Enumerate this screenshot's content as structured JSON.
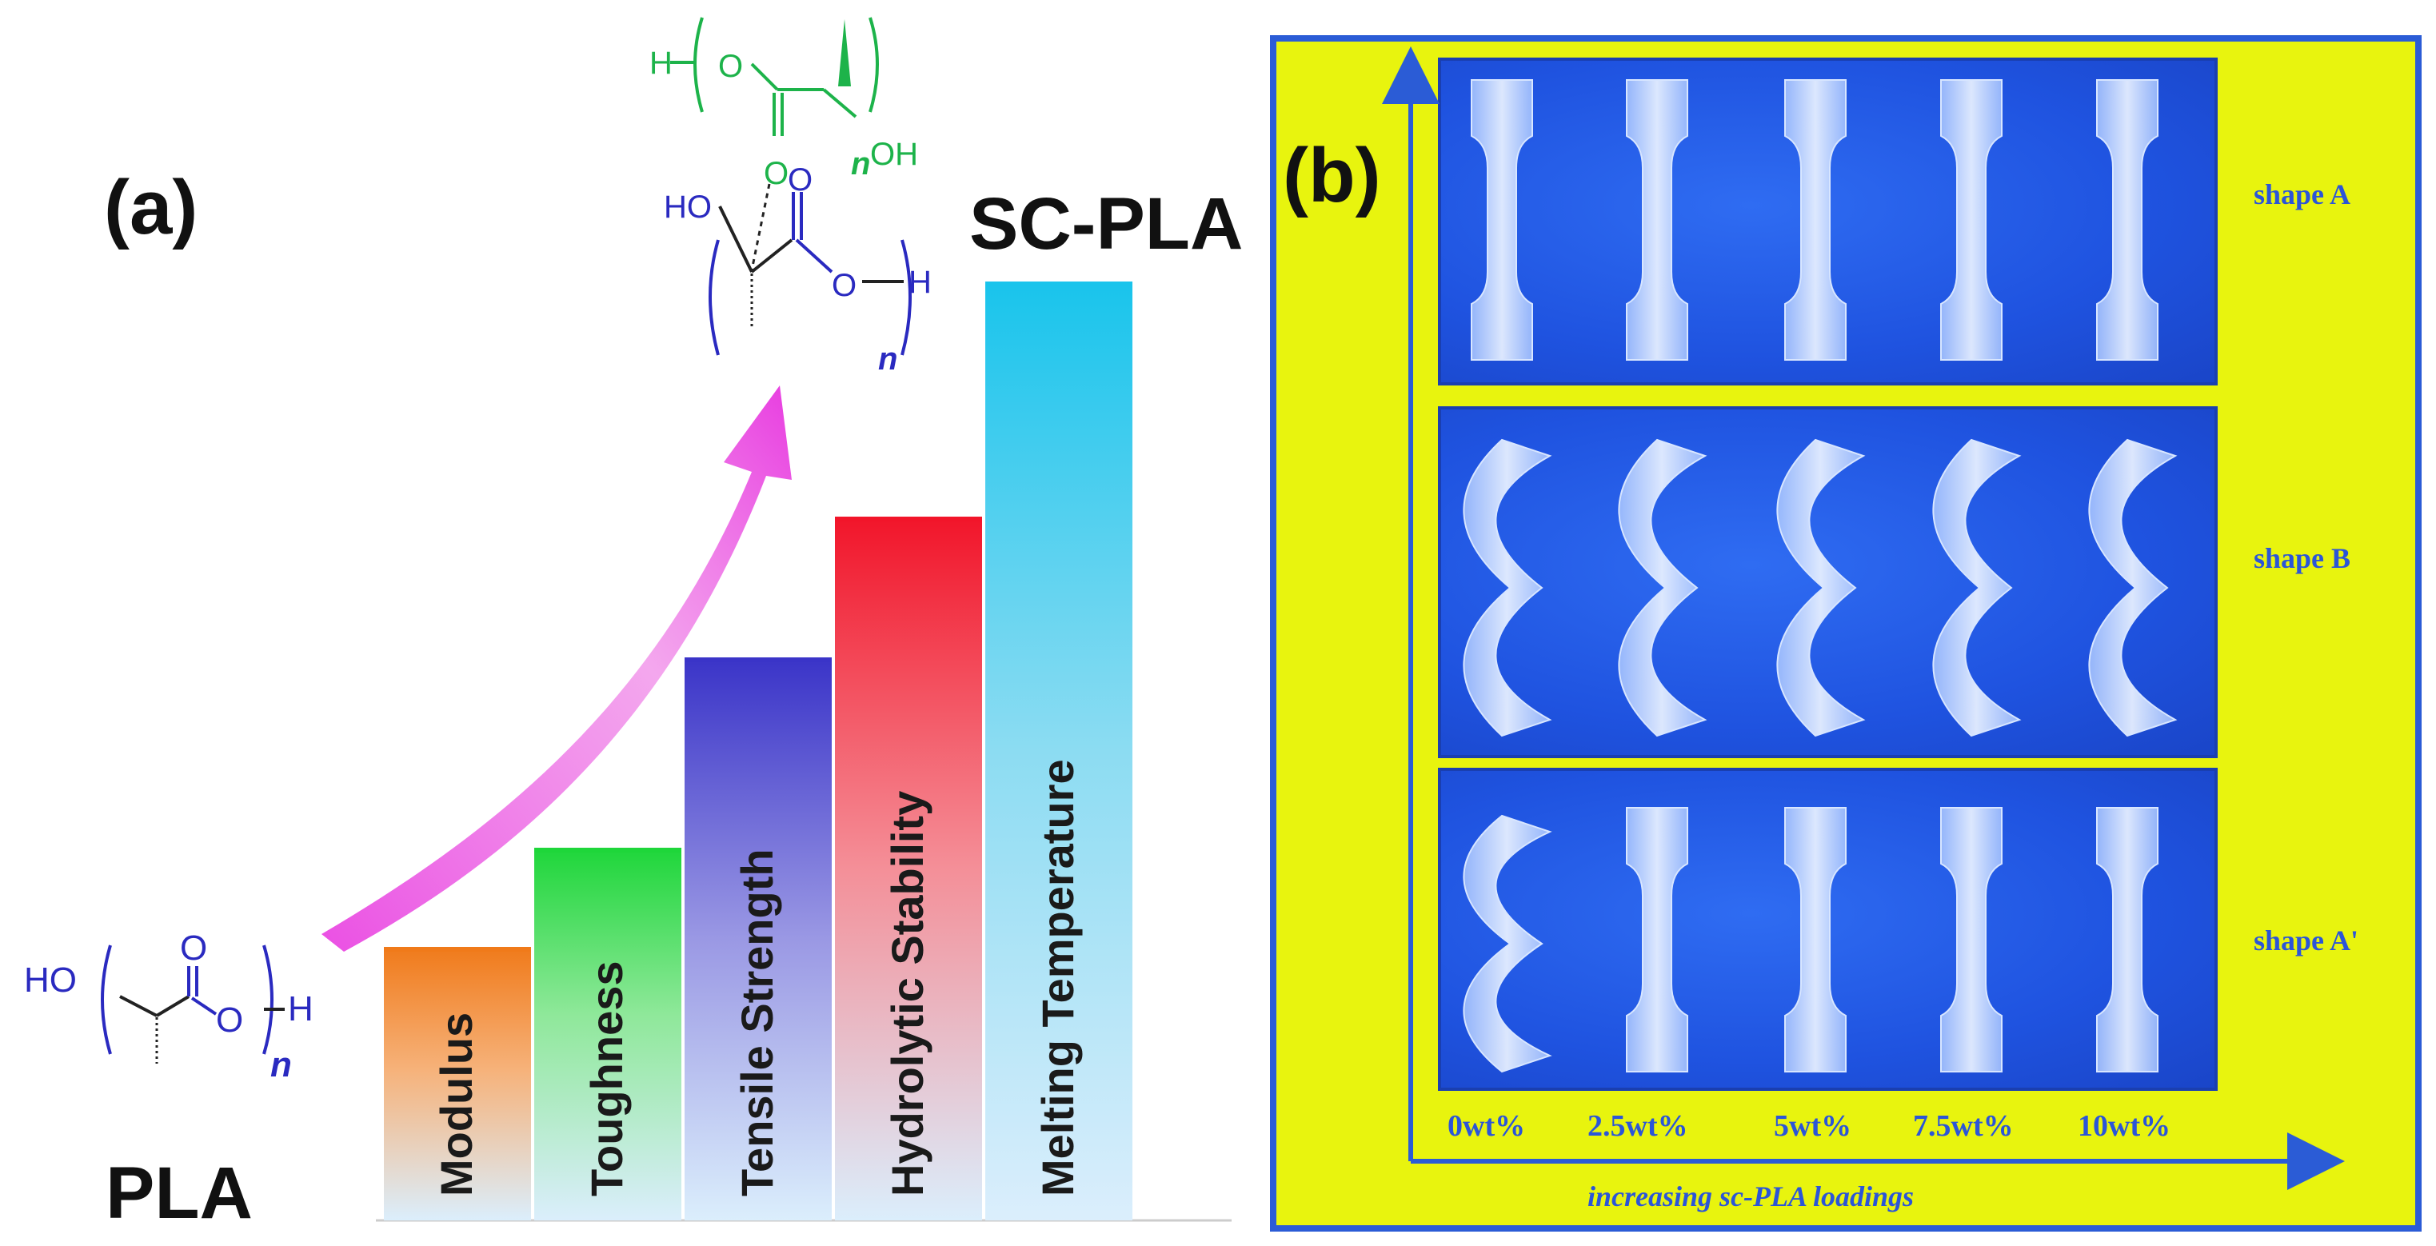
{
  "panel_a": {
    "label": "(a)",
    "top_label": "SC-PLA",
    "bottom_label": "PLA",
    "bars": [
      {
        "label": "Modulus",
        "color": "#f07a1a"
      },
      {
        "label": "Toughness",
        "color": "#1ed63a"
      },
      {
        "label": "Tensile Strength",
        "color": "#3a34c8"
      },
      {
        "label": "Hydrolytic Stability",
        "color": "#f2152a"
      },
      {
        "label": "Melting Temperature",
        "color": "#19c4ec"
      }
    ],
    "arrow_color": "#e83ce0",
    "pla_structure": {
      "ho": "HO",
      "o1": "O",
      "o2": "O",
      "h": "H",
      "n": "n",
      "color": "#2a2ac0"
    },
    "sc_structure": {
      "green": {
        "h": "H",
        "o1": "O",
        "o2": "O",
        "n": "n",
        "oh": "OH",
        "color": "#1db34a"
      },
      "blue": {
        "ho": "HO",
        "o1": "O",
        "o2": "O",
        "h": "H",
        "n": "n",
        "color": "#2a2ac0"
      }
    }
  },
  "panel_b": {
    "label": "(b)",
    "rows": [
      {
        "label": "shape A",
        "style": "straight"
      },
      {
        "label": "shape B",
        "style": "twisted"
      },
      {
        "label": "shape A'",
        "style": "mixed"
      }
    ],
    "loadings": [
      "0wt%",
      "2.5wt%",
      "5wt%",
      "7.5wt%",
      "10wt%"
    ],
    "axis_caption": "increasing sc-PLA loadings",
    "background_color": "#e8f40e",
    "photo_color": "#2a5fe8",
    "text_color": "#2b55d8"
  }
}
